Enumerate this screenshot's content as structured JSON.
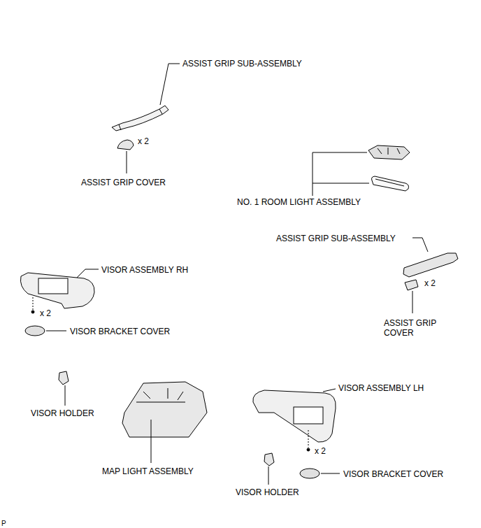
{
  "diagram": {
    "labels": [
      "ASSIST GRIP SUB-ASSEMBLY",
      "x 2",
      "ASSIST GRIP COVER",
      "NO. 1 ROOM LIGHT ASSEMBLY",
      "ASSIST GRIP SUB-ASSEMBLY",
      "VISOR ASSEMBLY RH",
      "x 2",
      "x 2",
      "ASSIST GRIP COVER",
      "VISOR BRACKET COVER",
      "VISOR ASSEMBLY LH",
      "VISOR HOLDER",
      "x 2",
      "MAP LIGHT ASSEMBLY",
      "VISOR BRACKET COVER",
      "VISOR HOLDER",
      "P"
    ]
  }
}
